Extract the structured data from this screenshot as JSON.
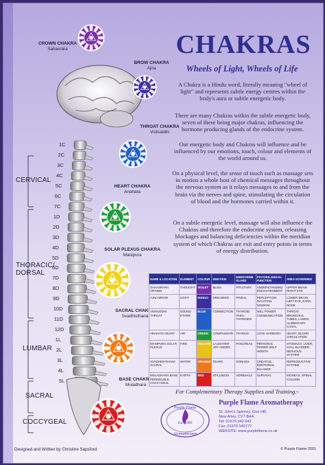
{
  "title": "CHAKRAS",
  "subtitle": "Wheels of Light, Wheels of Life",
  "paragraphs": [
    "A Chakra is a Hindu word, literally meaning \"wheel of light\" and represents subtle energy centres within the body's aura or subtle energetic body.",
    "There are many Chakras within the subtle energetic body, seven of these being major chakras, influencing the hormone producing glands of the endocrine system.",
    "Our energetic body and Chakras will influence and be influenced by our emotions, touch, colour and elements of the world around us.",
    "On a physical level, the sense of touch such as massage sets in motion a whole host of chemical messages throughout the nervous system as it relays messages to and from the brain via the nerves and spine, stimulating the circulation of blood and the hormones carried within it.",
    "On a subtle energetic level, massage will also influence the Chakras and therefore the endocrine system, releasing blockages and balancing deficiencies within the meridian system of which Chakras are exit and entry points in terms of energy distribution."
  ],
  "chakras": [
    {
      "name": "CROWN CHAKRA",
      "sanskrit": "Sahasrara",
      "color": "#7b2fa8"
    },
    {
      "name": "BROW CHAKRA",
      "sanskrit": "Ajna",
      "color": "#3b2fa0"
    },
    {
      "name": "THROAT CHAKRA",
      "sanskrit": "Vishuddhi",
      "color": "#1f5fc6"
    },
    {
      "name": "HEART CHAKRA",
      "sanskrit": "Anahata",
      "color": "#1f9a3a"
    },
    {
      "name": "SOLAR PLEXUS CHAKRA",
      "sanskrit": "Manipura",
      "color": "#f0d21c"
    },
    {
      "name": "SACRAL CHAKRA",
      "sanskrit": "Svadhisthana",
      "color": "#ef7a1a"
    },
    {
      "name": "BASE CHAKRA",
      "sanskrit": "Muladhara",
      "color": "#d81e1e"
    }
  ],
  "regions": [
    "CERVICAL",
    "THORACIC/ DORSAL",
    "LUMBAR",
    "SACRAL",
    "COCCYGEAL"
  ],
  "vertebrae": [
    "1C",
    "2C",
    "3C",
    "4C",
    "5C",
    "6C",
    "7C",
    "1D",
    "2D",
    "3D",
    "4D",
    "5D",
    "6D",
    "7D",
    "8D",
    "9D",
    "10D",
    "11D",
    "12D",
    "1L",
    "2L",
    "3L",
    "4L",
    "5L"
  ],
  "table": {
    "headers": [
      "NAME & LOCATION",
      "ELEMENT",
      "COLOUR",
      "EMOTION",
      "ENDOCRINE GLAND",
      "PSYCHOLOGICAL FUNCTION",
      "AREA GOVERNED"
    ],
    "rows": [
      {
        "name": "SAHASRARA CROWN",
        "element": "THOUGHT",
        "colour": "VIOLET",
        "colour_hex": "#7b2fa8",
        "emotion": "BLISS",
        "gland": "PITUITARY",
        "function": "UNDERSTANDING ENLIGHTENMENT",
        "area": "UPPER BRAIN RIGHT EYE"
      },
      {
        "name": "AJNA BROW",
        "element": "LIGHT",
        "colour": "INDIGO",
        "colour_hex": "#3b2fa0",
        "emotion": "DREAMING",
        "gland": "PINEAL",
        "function": "PERCEPTION INTUITION WISDOM",
        "area": "LOWER BRAIN, LEFT EYE, EARS, NOSE"
      },
      {
        "name": "VISHUDDHI THROAT",
        "element": "SOUND ETHER",
        "colour": "BLUE",
        "colour_hex": "#1f5fc6",
        "emotion": "CONNECTION",
        "gland": "THYROID PARA-THYROIDS",
        "function": "WILL POWER COMMUNICATION",
        "area": "THROAT, BRONCHIAL TUBES, LUNGS, ALIMENTARY CANAL"
      },
      {
        "name": "ANAHATA HEART",
        "element": "AIR",
        "colour": "GREEN",
        "colour_hex": "#1f9a3a",
        "emotion": "COMPASSION",
        "gland": "THYMUS",
        "function": "LOVE HARMONY",
        "area": "HEART, BLOOD CIRCULATION"
      },
      {
        "name": "MANIPURA SOLAR PLEXUS",
        "element": "FIRE",
        "colour": "YELLOW",
        "colour_hex": "#e6c21a",
        "emotion": "LAUGHTER JOY ANGER",
        "gland": "PANCREAS",
        "function": "PERSONAL POWER SELF WORTH",
        "area": "STOMACH, LIVER, GALL BLADDER NERVOUS SYSTEM"
      },
      {
        "name": "SVADHISHTHANA SACRAL",
        "element": "WATER",
        "colour": "ORANGE",
        "colour_hex": "#ef7a1a",
        "emotion": "TEARS",
        "gland": "GONADS",
        "function": "CREATIVE, EMOTIONAL BALANCE",
        "area": "REPRODUCTIVE SYSTEM"
      },
      {
        "name": "MULADHARA BASE PERINEUM & COCCYGEAL",
        "element": "EARTH",
        "colour": "RED",
        "colour_hex": "#d81e1e",
        "emotion": "STILLNESS",
        "gland": "ADRENALS",
        "function": "SURVIVAL",
        "area": "KIDNEYS, SPINAL COLUMN"
      }
    ]
  },
  "footer": {
    "supplies": "For Complementary Therapy Supplies and Training:-",
    "brand": "Purple Flame Aromatherapy",
    "address": [
      "St. John's Spinney, Gun Hill,",
      "New Arley, CV7 8HA",
      "Tel: 01676 542 542",
      "Fax: 01676 540777",
      "WEBSITE: www.purpleflame.co.uk"
    ],
    "logo_text_top": "Purple Flame",
    "logo_text_mid": "Est. 1989",
    "logo_text_bottom": "Aromatherapy",
    "designer": "Designed and Written by Christine Sapsford",
    "copyright": "© Purple Flame 2001"
  }
}
